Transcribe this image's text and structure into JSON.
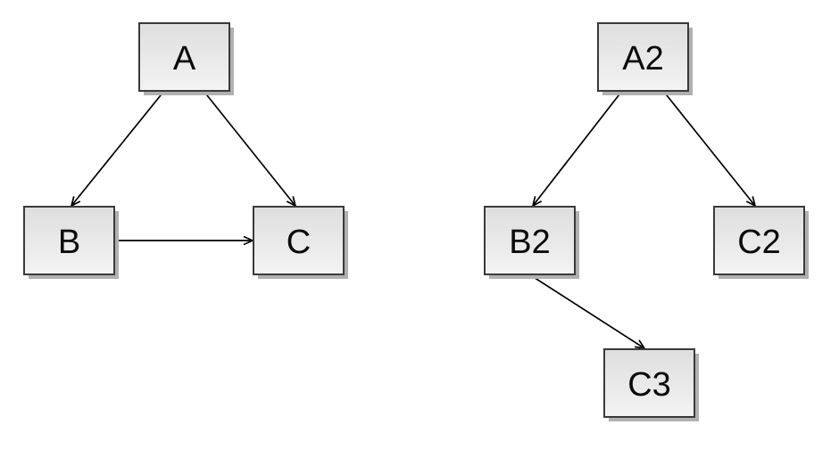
{
  "colors": {
    "background": "#ffffff",
    "node_fill_top": "#dedede",
    "node_fill_bottom": "#f3f3f3",
    "node_border": "#3a3a3a",
    "node_shadow": "#b0b0b0",
    "edge_stroke": "#000000",
    "label_text": "#0a0a0a"
  },
  "diagrams": [
    {
      "name": "left-graph",
      "nodes": [
        {
          "id": "A",
          "label": "A"
        },
        {
          "id": "B",
          "label": "B"
        },
        {
          "id": "C",
          "label": "C"
        }
      ],
      "edges": [
        {
          "from": "A",
          "to": "B"
        },
        {
          "from": "A",
          "to": "C"
        },
        {
          "from": "B",
          "to": "C"
        }
      ]
    },
    {
      "name": "right-graph",
      "nodes": [
        {
          "id": "A2",
          "label": "A2"
        },
        {
          "id": "B2",
          "label": "B2"
        },
        {
          "id": "C2",
          "label": "C2"
        },
        {
          "id": "C3",
          "label": "C3"
        }
      ],
      "edges": [
        {
          "from": "A2",
          "to": "B2"
        },
        {
          "from": "A2",
          "to": "C2"
        },
        {
          "from": "B2",
          "to": "C3"
        }
      ]
    }
  ]
}
